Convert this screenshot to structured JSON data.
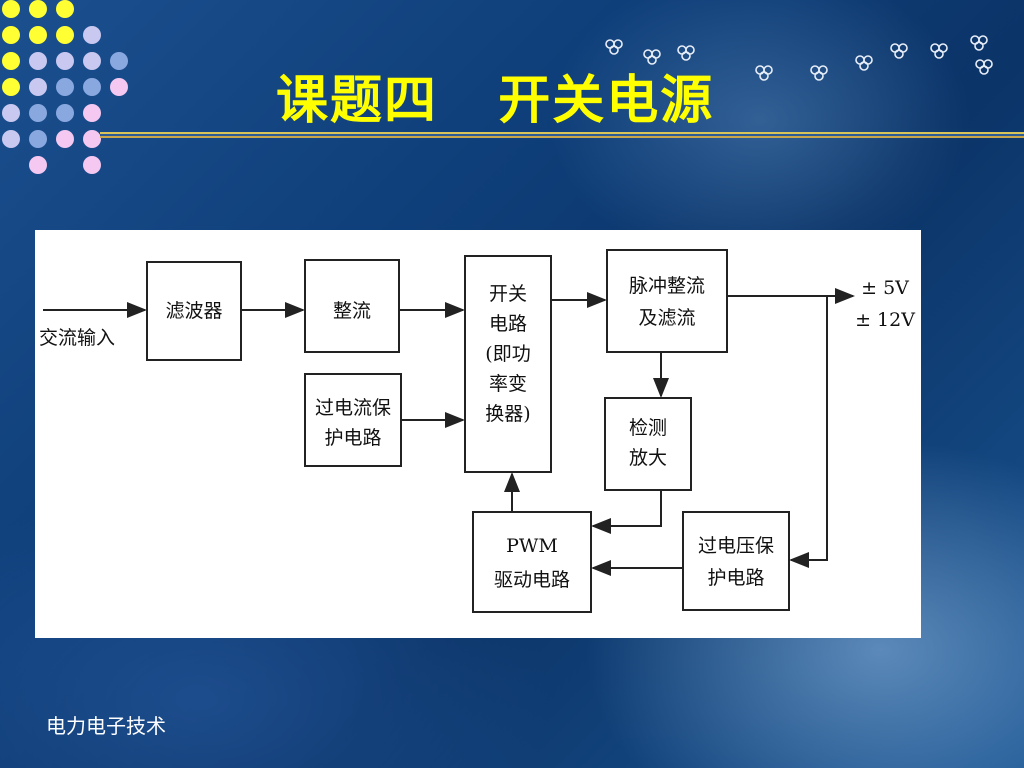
{
  "slide": {
    "title": "课题四   开关电源",
    "footer": "电力电子技术"
  },
  "diagram": {
    "input_label": "交流输入",
    "output_label_1": "± 5V",
    "output_label_2": "± 12V",
    "blocks": {
      "filter": "滤波器",
      "rectifier": "整流",
      "switch_circuit": [
        "开关",
        "电路",
        "(即功",
        "率变",
        "换器)"
      ],
      "pulse_rectify": [
        "脉冲整流",
        "及滤流"
      ],
      "overcurrent": [
        "过电流保",
        "护电路"
      ],
      "detect_amp": [
        "检测",
        "放大"
      ],
      "pwm_drive": [
        "PWM",
        "驱动电路"
      ],
      "overvoltage": [
        "过电压保",
        "护电路"
      ]
    }
  },
  "colors": {
    "title": "#ffff00",
    "dot_yellow": "#ffff33",
    "dot_lavender": "#c8c8f0",
    "dot_blue": "#8aa8e0",
    "dot_pink": "#f4c8f0"
  }
}
